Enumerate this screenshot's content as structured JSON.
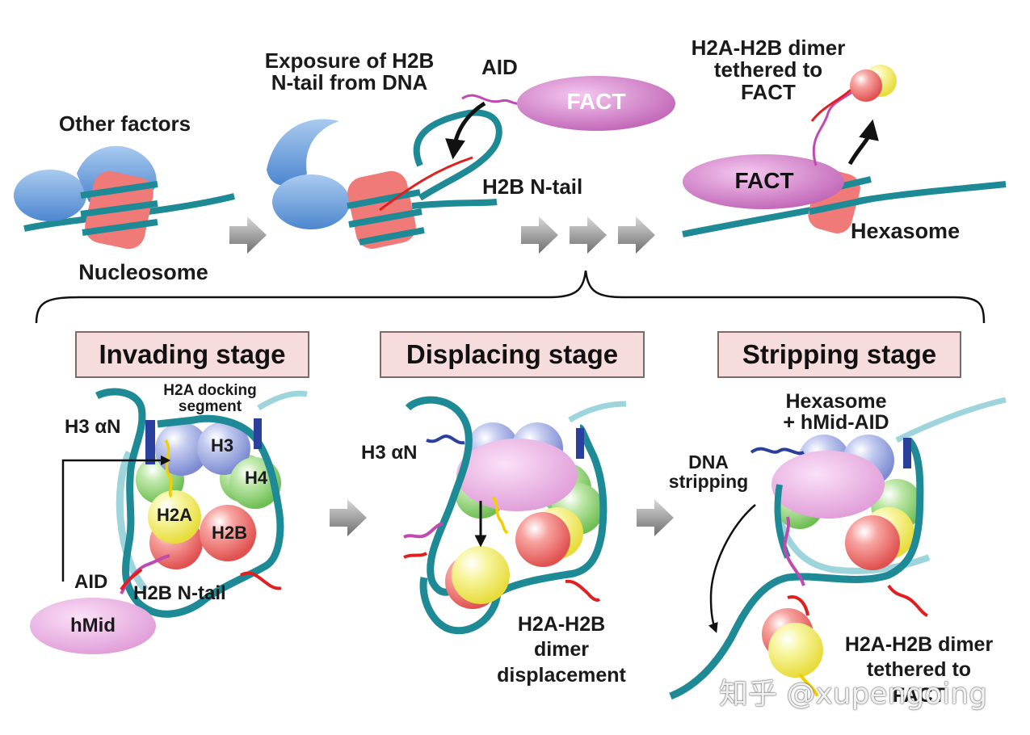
{
  "top_row": {
    "other_factors": "Other factors",
    "nucleosome": "Nucleosome",
    "exposure": "Exposure of H2B\nN-tail from DNA",
    "aid": "AID",
    "fact": "FACT",
    "h2b_ntail": "H2B N-tail",
    "dimer_tethered": "H2A-H2B dimer\ntethered to\nFACT",
    "fact_right": "FACT",
    "hexasome": "Hexasome"
  },
  "stages": {
    "invading": "Invading stage",
    "displacing": "Displacing stage",
    "stripping": "Stripping stage"
  },
  "invading_panel": {
    "h2a_docking": "H2A docking\nsegment",
    "h3_an": "H3 αN",
    "h3": "H3",
    "h4": "H4",
    "h2a": "H2A",
    "h2b": "H2B",
    "aid": "AID",
    "h2b_ntail": "H2B N-tail",
    "hmid": "hMid"
  },
  "displacing_panel": {
    "h3_an": "H3 αN",
    "dimer_displacement": "H2A-H2B\ndimer\ndisplacement"
  },
  "stripping_panel": {
    "hexasome_hmid": "Hexasome\n+ hMid-AID",
    "dna_stripping": "DNA\nstripping",
    "dimer_tethered": "H2A-H2B dimer\ntethered to\nFACT"
  },
  "watermark": "知乎 @xupengoing",
  "colors": {
    "dna": "#1e8a96",
    "fact": "#b24ca8",
    "histone_h3": "#9aa7de",
    "histone_h4": "#93d27a",
    "histone_h2a": "#f2ef74",
    "histone_h2b": "#ef7a78",
    "other_factors": "#6aa0dc",
    "stage_box": "#f6dcdc",
    "tail_red": "#e01f1f",
    "tail_magenta": "#c04ab0",
    "tail_yellow": "#f0d000",
    "h3_an": "#2b3f9c"
  }
}
